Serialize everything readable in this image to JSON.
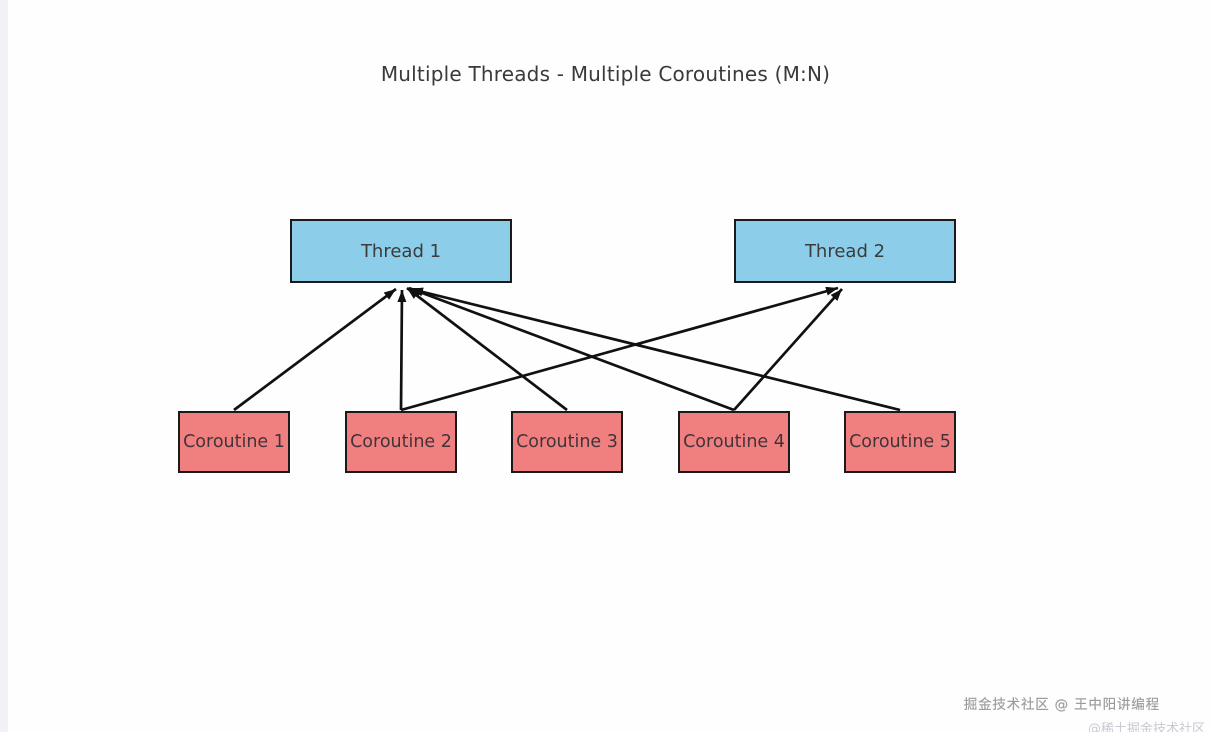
{
  "title": "Multiple Threads - Multiple Coroutines (M:N)",
  "diagram": {
    "type": "mapping-diagram",
    "threads": [
      {
        "id": "thread-1",
        "label": "Thread 1"
      },
      {
        "id": "thread-2",
        "label": "Thread 2"
      }
    ],
    "coroutines": [
      {
        "id": "coroutine-1",
        "label": "Coroutine 1"
      },
      {
        "id": "coroutine-2",
        "label": "Coroutine 2"
      },
      {
        "id": "coroutine-3",
        "label": "Coroutine 3"
      },
      {
        "id": "coroutine-4",
        "label": "Coroutine 4"
      },
      {
        "id": "coroutine-5",
        "label": "Coroutine 5"
      }
    ],
    "edges": [
      {
        "from": "Coroutine 1",
        "to": "Thread 1"
      },
      {
        "from": "Coroutine 2",
        "to": "Thread 1"
      },
      {
        "from": "Coroutine 2",
        "to": "Thread 2"
      },
      {
        "from": "Coroutine 3",
        "to": "Thread 1"
      },
      {
        "from": "Coroutine 4",
        "to": "Thread 1"
      },
      {
        "from": "Coroutine 4",
        "to": "Thread 2"
      },
      {
        "from": "Coroutine 5",
        "to": "Thread 1"
      }
    ]
  },
  "watermark": {
    "line1": "掘金技术社区 @ 王中阳讲编程",
    "line2": "@稀土掘金技术社区"
  },
  "colors": {
    "thread_fill": "#8ccde9",
    "coroutine_fill": "#f08080",
    "node_border": "#1a1a1a",
    "arrow": "#111111",
    "title_text": "#3a3a3a",
    "left_strip": "#f1f1f6",
    "watermark": "#9a9aa0",
    "watermark_faint": "#c9c9d2"
  }
}
